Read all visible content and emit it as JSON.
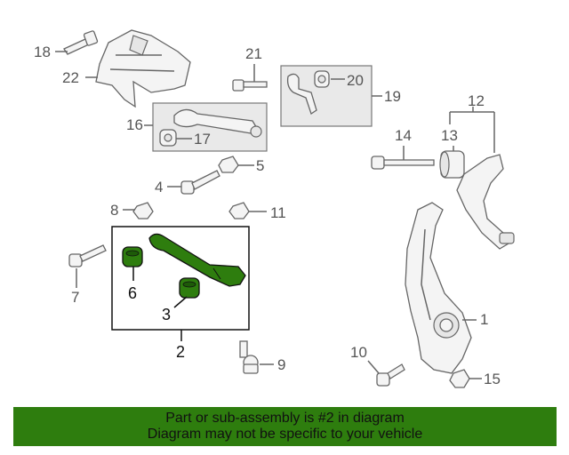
{
  "callouts": {
    "c1": "1",
    "c2": "2",
    "c3": "3",
    "c4": "4",
    "c5": "5",
    "c6": "6",
    "c7": "7",
    "c8": "8",
    "c9": "9",
    "c10": "10",
    "c11": "11",
    "c12": "12",
    "c13": "13",
    "c14": "14",
    "c15": "15",
    "c16": "16",
    "c17": "17",
    "c18": "18",
    "c19": "19",
    "c20": "20",
    "c21": "21",
    "c22": "22"
  },
  "highlight_color": "#2e7d0e",
  "banner": {
    "line1": "Part or sub-assembly is #2 in diagram",
    "line2": "Diagram may not be specific to your vehicle"
  }
}
